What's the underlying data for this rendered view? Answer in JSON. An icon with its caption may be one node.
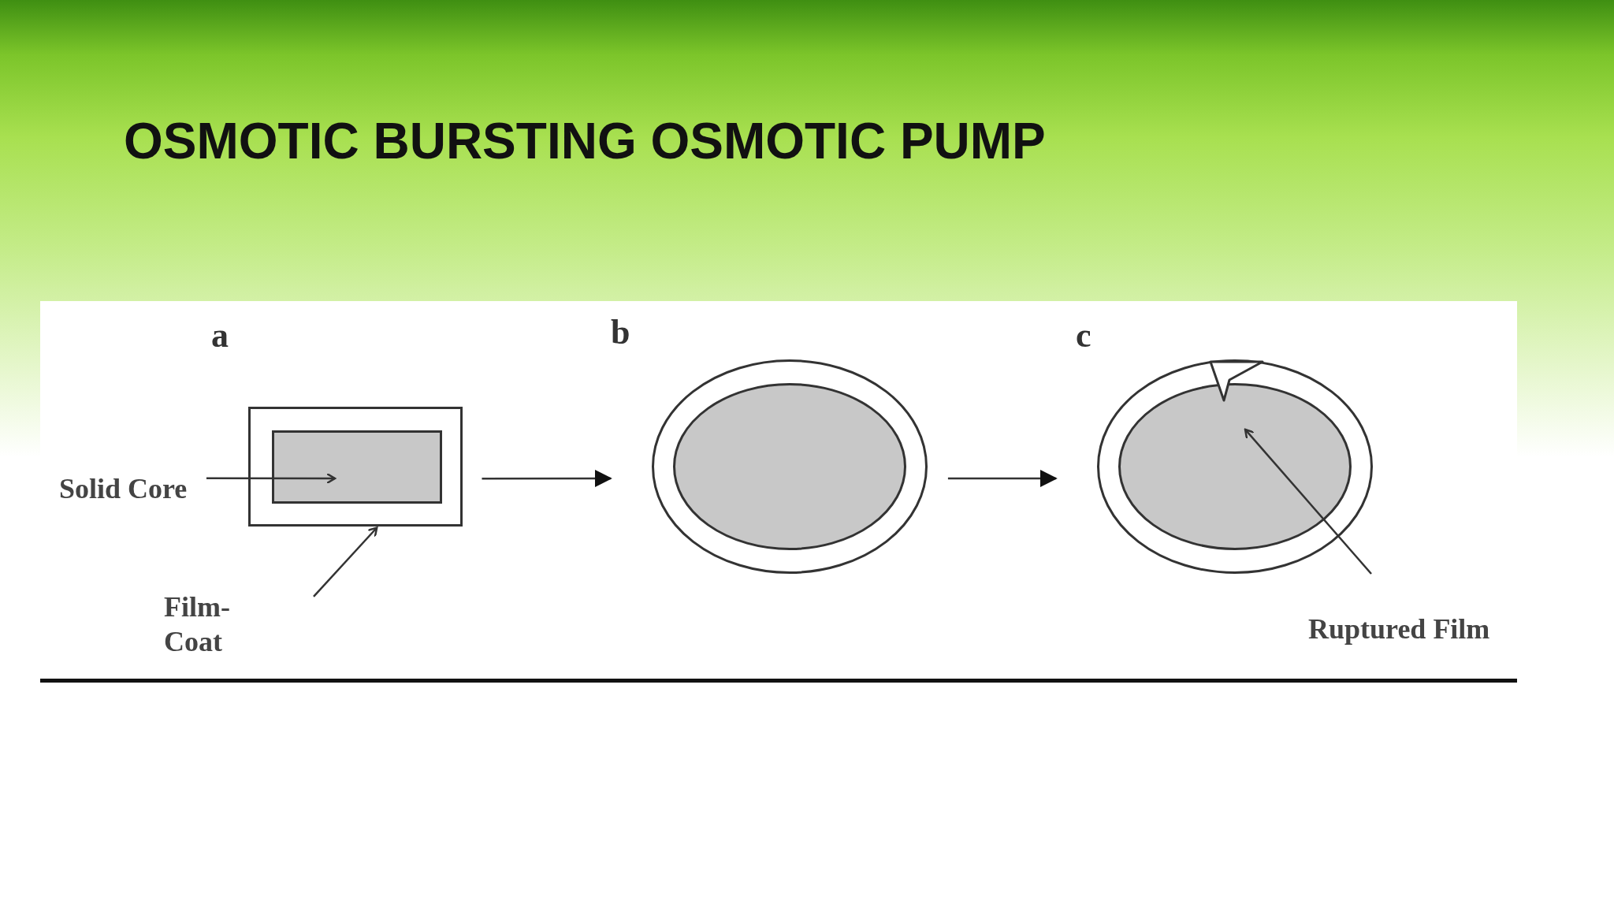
{
  "diagram": {
    "title": "OSMOTIC BURSTING OSMOTIC PUMP",
    "nodes": [
      {
        "text": [],
        "shape": "box"
      },
      {
        "text": [],
        "shape": "box",
        "in": 0
      },
      {
        "text": [
          "Solid Core"
        ]
      },
      {
        "text": [
          "Film- Coat"
        ]
      },
      {
        "text": [],
        "shape": "ellipse"
      },
      {
        "text": [],
        "shape": "ellipse",
        "in": 4
      },
      {
        "text": [],
        "shape": "ellipse"
      },
      {
        "text": [],
        "shape": "ellipse",
        "in": 6
      },
      {
        "text": [],
        "shape": "notch",
        "in": 6
      },
      {
        "text": [
          "Ruptured Film"
        ]
      }
    ],
    "edges": [
      {
        "from": 2,
        "to": 1,
        "arrow": "to"
      },
      {
        "from": 3,
        "to": 0,
        "arrow": "to"
      },
      {
        "from": 0,
        "to": 4,
        "arrow": "to"
      },
      {
        "from": 4,
        "to": 6,
        "arrow": "to"
      },
      {
        "from": 9,
        "to": 7,
        "arrow": "to"
      }
    ],
    "labels": [
      "a",
      "b",
      "c"
    ]
  }
}
